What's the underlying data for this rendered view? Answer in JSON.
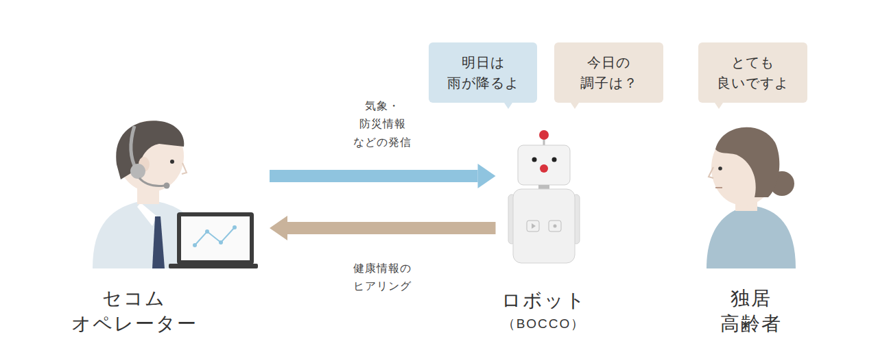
{
  "diagram": {
    "nodes": [
      {
        "text": [
          "セコム オペレーター"
        ]
      },
      {
        "text": [
          "ロボット",
          "（BOCCO）"
        ]
      },
      {
        "text": [
          "独居 高齢者"
        ]
      },
      {
        "text": [
          "明日は 雨が降るよ"
        ]
      },
      {
        "text": [
          "今日の 調子は？"
        ]
      },
      {
        "text": [
          "とても 良いですよ"
        ]
      }
    ],
    "edges": [
      {
        "from": 0,
        "to": 1,
        "label": "気象・防災情報 などの発信",
        "arrow": "to"
      },
      {
        "from": 1,
        "to": 0,
        "label": "健康情報の ヒアリング",
        "arrow": "to"
      }
    ]
  }
}
